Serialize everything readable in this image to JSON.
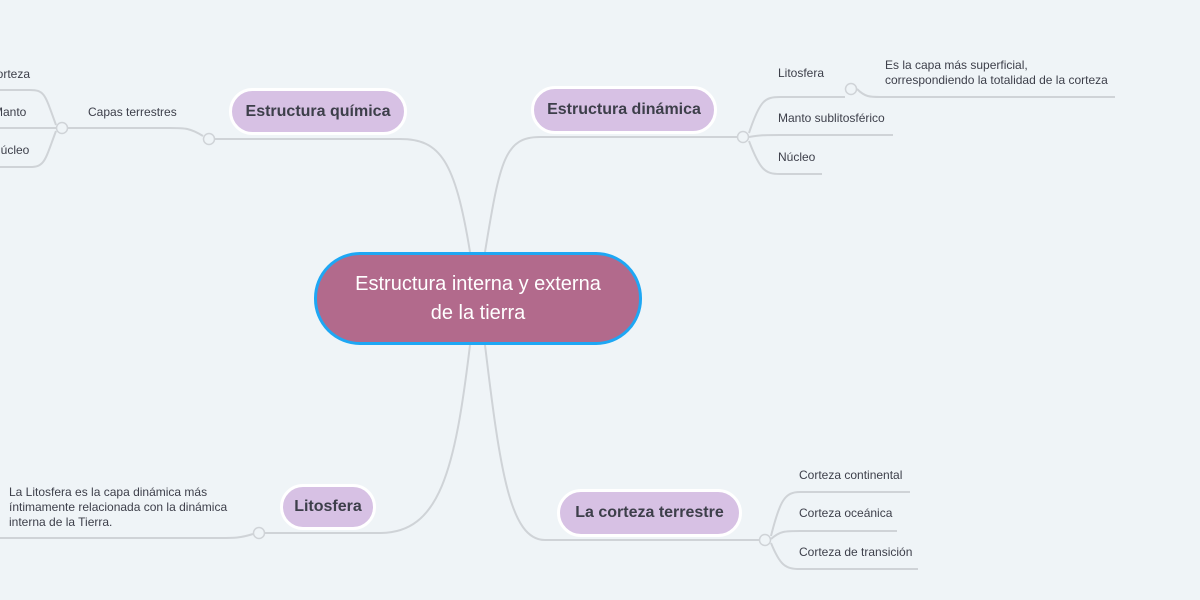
{
  "central": {
    "line1": "Estructura interna y externa",
    "line2": "de la tierra"
  },
  "branches": {
    "quimica": {
      "label": "Estructura química",
      "sub": "Capas terrestres",
      "items": [
        "Corteza",
        "Manto",
        "Núcleo"
      ]
    },
    "dinamica": {
      "label": "Estructura dinámica",
      "items": [
        "Litosfera",
        "Manto sublitosférico",
        "Núcleo"
      ],
      "litosfera_desc": [
        "Es la capa más superficial,",
        "correspondiendo la totalidad de la corteza"
      ]
    },
    "litosfera": {
      "label": "Litosfera",
      "desc": [
        "La Litosfera es la capa dinámica más",
        "íntimamente relacionada con la dinámica",
        "interna de la Tierra."
      ]
    },
    "corteza": {
      "label": "La corteza terrestre",
      "items": [
        "Corteza continental",
        "Corteza oceánica",
        "Corteza de transición"
      ]
    }
  },
  "colors": {
    "central": "#b26a8c",
    "central_border": "#1ea7f4",
    "node": "#d7c1e4",
    "line": "#cfd3d7"
  }
}
